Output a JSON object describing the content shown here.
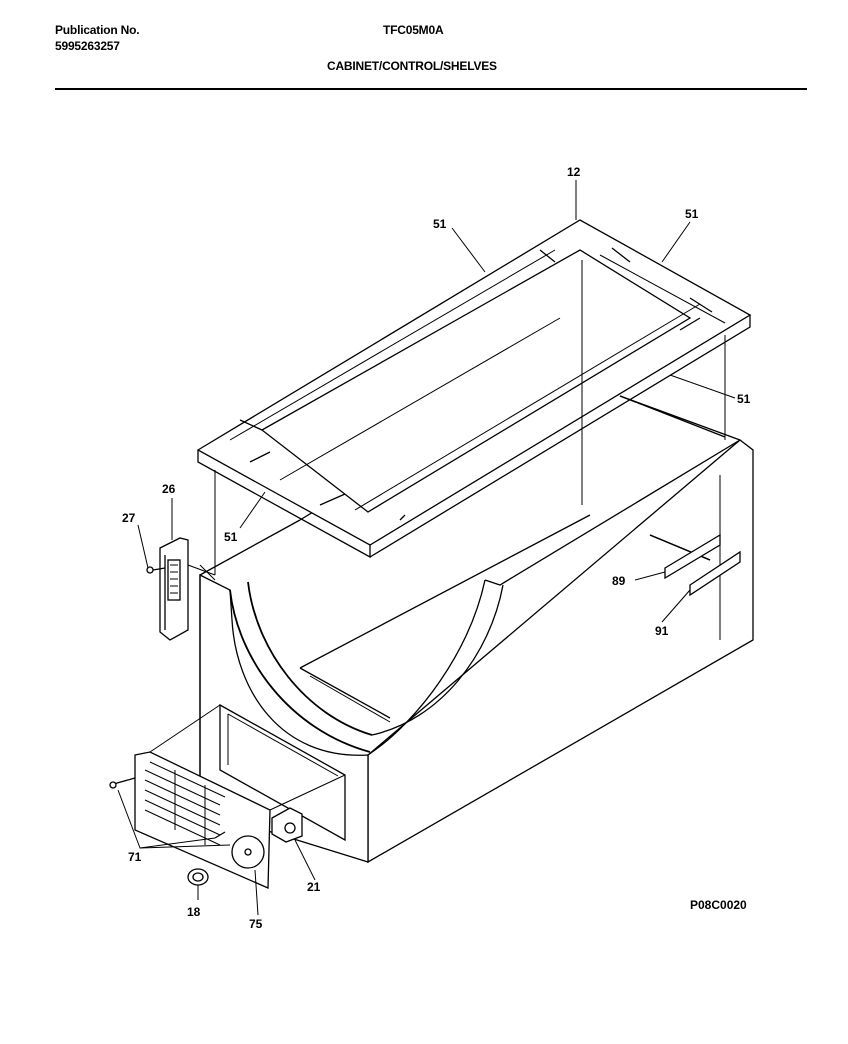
{
  "header": {
    "publication_label": "Publication No.",
    "publication_number": "5995263257",
    "model": "TFC05M0A",
    "section_title": "CABINET/CONTROL/SHELVES"
  },
  "diagram": {
    "callouts": {
      "c12": "12",
      "c51_top_left": "51",
      "c51_top_right": "51",
      "c51_right": "51",
      "c51_bottom_left": "51",
      "c26": "26",
      "c27": "27",
      "c89": "89",
      "c91": "91",
      "c71": "71",
      "c21": "21",
      "c18": "18",
      "c75": "75"
    },
    "figure_code": "P08C0020"
  }
}
